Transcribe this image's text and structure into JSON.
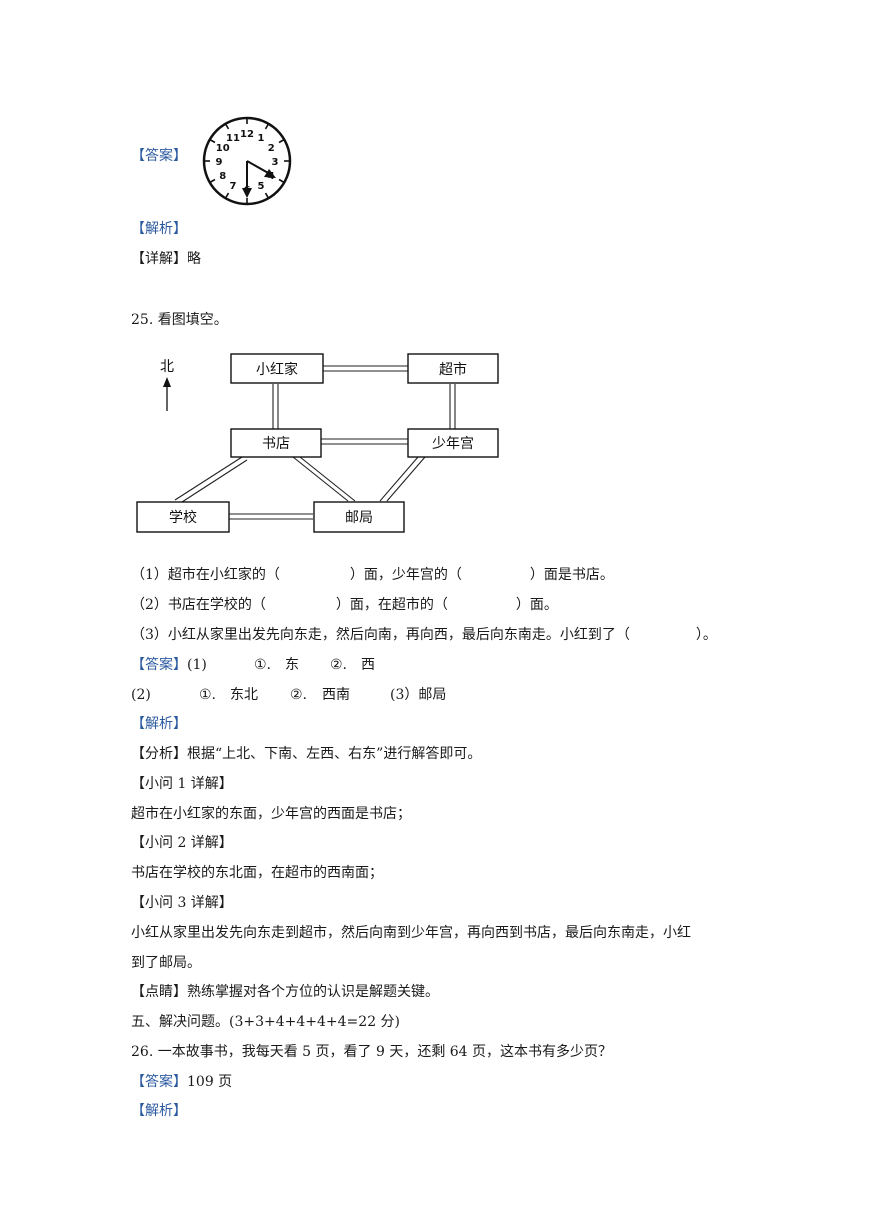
{
  "header": {
    "answer_tag": "【答案】",
    "analysis_tag": "【解析】",
    "detail_tag": "【详解】",
    "detail_text": "略"
  },
  "clock": {
    "numbers": [
      "12",
      "1",
      "2",
      "3",
      "4",
      "5",
      "6",
      "7",
      "8",
      "9",
      "10",
      "11"
    ],
    "hour_hand": "4",
    "minute_hand": "6"
  },
  "q25": {
    "title": "25. 看图填空。",
    "map": {
      "north": "北",
      "places": {
        "home": "小红家",
        "market": "超市",
        "bookstore": "书店",
        "youth_palace": "少年宫",
        "school": "学校",
        "post": "邮局"
      }
    },
    "sub1_a": "（1）超市在小红家的（",
    "sub1_b": "）面，少年宫的（",
    "sub1_c": "）面是书店。",
    "sub2_a": "（2）书店在学校的（",
    "sub2_b": "）面，在超市的（",
    "sub2_c": "）面。",
    "sub3_a": "（3）小红从家里出发先向东走，然后向南，再向西，最后向东南走。小红到了（",
    "sub3_b": "）。",
    "answer_tag": "【答案】",
    "ans1_num": "(1)",
    "ans1_m1": "①.",
    "ans1_v1": "东",
    "ans1_m2": "②.",
    "ans1_v2": "西",
    "ans2_num": "(2)",
    "ans2_m1": "①.",
    "ans2_v1": "东北",
    "ans2_m2": "②.",
    "ans2_v2": "西南",
    "ans3": "(3）邮局",
    "analysis_tag": "【解析】",
    "fenxi_tag": "【分析】",
    "fenxi_text": "根据“上北、下南、左西、右东”进行解答即可。",
    "x1_tag": "【小问 1 详解】",
    "x1_text": "超市在小红家的东面，少年宫的西面是书店；",
    "x2_tag": "【小问 2 详解】",
    "x2_text": "书店在学校的东北面，在超市的西南面；",
    "x3_tag": "【小问 3 详解】",
    "x3_text1": "小红从家里出发先向东走到超市，然后向南到少年宫，再向西到书店，最后向东南走，小红",
    "x3_text2": "到了邮局。",
    "dianjing_tag": "【点睛】",
    "dianjing_text": "熟练掌握对各个方位的认识是解题关键。"
  },
  "section5": {
    "title": "五、解决问题。(3+3+4+4+4+4=22 分)"
  },
  "q26": {
    "question": "26. 一本故事书，我每天看 5 页，看了 9 天，还剩 64 页，这本书有多少页？",
    "answer_tag": "【答案】",
    "answer": "109 页",
    "analysis_tag": "【解析】"
  },
  "colors": {
    "tag_blue": "#2c5aa0",
    "text": "#1a1a1a"
  }
}
